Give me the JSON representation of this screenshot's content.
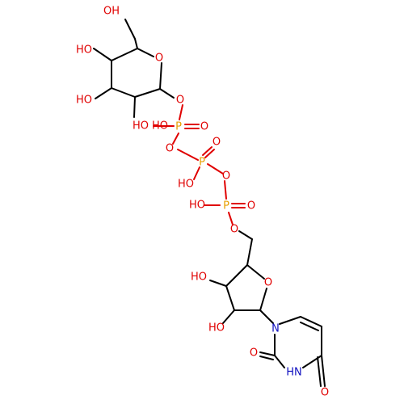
{
  "labels": {
    "oh_c6": "OH",
    "ho_c4": "HO",
    "ho_c3": "HO",
    "ho_c2": "HO",
    "o_ring_glc": "O",
    "o_glc_link": "O",
    "p1": "P",
    "p1_ho": "HO",
    "p1_o": "O",
    "o_p1_p2": "O",
    "p2": "P",
    "p2_o": "O",
    "p2_ho": "HO",
    "o_p2_p3": "O",
    "p3": "P",
    "p3_ho": "HO",
    "p3_o": "O",
    "o_p3_c5": "O",
    "o_ring_rib": "O",
    "ho_c3r": "HO",
    "ho_c2r": "HO",
    "n1": "N",
    "o_c2u": "O",
    "nh3": "HN",
    "o_c4u": "O"
  },
  "colors": {
    "carbon": "#000000",
    "oxygen": "#e00000",
    "phosphorus": "#e8a000",
    "nitrogen": "#1010c0"
  }
}
